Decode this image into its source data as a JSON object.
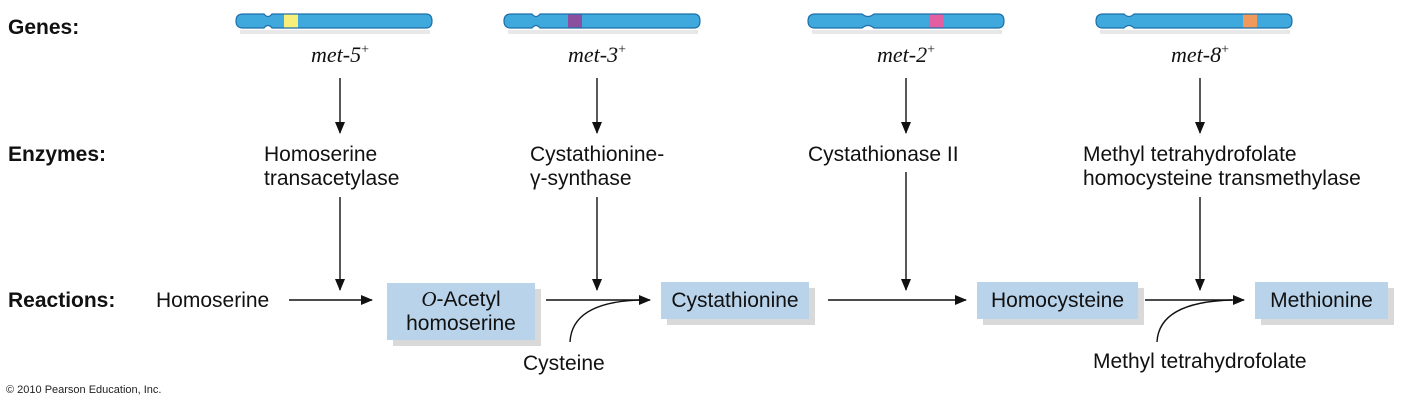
{
  "row_labels": {
    "genes": "Genes:",
    "enzymes": "Enzymes:",
    "reactions": "Reactions:"
  },
  "genes": [
    {
      "name": "met-5",
      "superscript": "+",
      "band_color": "#f7ef7a"
    },
    {
      "name": "met-3",
      "superscript": "+",
      "band_color": "#8a4f9e"
    },
    {
      "name": "met-2",
      "superscript": "+",
      "band_color": "#e45ea2"
    },
    {
      "name": "met-8",
      "superscript": "+",
      "band_color": "#ef9a5a"
    }
  ],
  "enzymes": [
    {
      "line1": "Homoserine",
      "line2": "transacetylase"
    },
    {
      "line1": "Cystathionine-",
      "line2": "γ-synthase"
    },
    {
      "line1": "Cystathionase II",
      "line2": ""
    },
    {
      "line1": "Methyl tetrahydrofolate",
      "line2": "homocysteine transmethylase"
    }
  ],
  "reactions": {
    "substrate": "Homoserine",
    "products": [
      {
        "prefix": "O",
        "line1": "-Acetyl",
        "line2": "homoserine"
      },
      {
        "prefix": "",
        "line1": "Cystathionine",
        "line2": ""
      },
      {
        "prefix": "",
        "line1": "Homocysteine",
        "line2": ""
      },
      {
        "prefix": "",
        "line1": "Methionine",
        "line2": ""
      }
    ],
    "cosubstrates": [
      "Cysteine",
      "Methyl tetrahydrofolate"
    ]
  },
  "colors": {
    "chromosome_fill": "#3fa8dd",
    "chromosome_outline": "#1f6fa8",
    "metabolite_box": "#b9d3ea",
    "box_shadow": "#d9d9d9"
  },
  "copyright": "© 2010 Pearson Education, Inc."
}
